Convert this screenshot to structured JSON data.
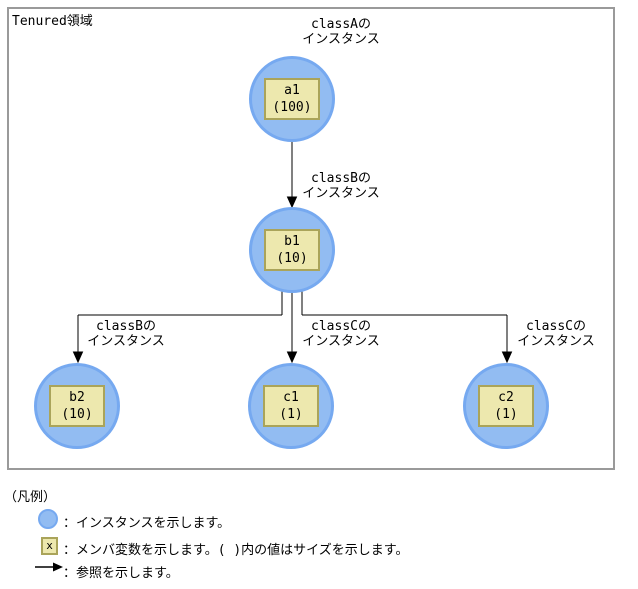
{
  "diagram": {
    "region_label": "Tenured領域",
    "nodes": [
      {
        "id": "a1",
        "name": "a1",
        "size": "(100)",
        "class_label": "classAの",
        "instance_label": "インスタンス"
      },
      {
        "id": "b1",
        "name": "b1",
        "size": "(10)",
        "class_label": "classBの",
        "instance_label": "インスタンス"
      },
      {
        "id": "b2",
        "name": "b2",
        "size": "(10)",
        "class_label": "classBの",
        "instance_label": "インスタンス"
      },
      {
        "id": "c1",
        "name": "c1",
        "size": "(1)",
        "class_label": "classCの",
        "instance_label": "インスタンス"
      },
      {
        "id": "c2",
        "name": "c2",
        "size": "(1)",
        "class_label": "classCの",
        "instance_label": "インスタンス"
      }
    ],
    "references": [
      {
        "from": "a1",
        "to": "b1"
      },
      {
        "from": "b1",
        "to": "b2"
      },
      {
        "from": "b1",
        "to": "c1"
      },
      {
        "from": "b1",
        "to": "c2"
      }
    ]
  },
  "legend": {
    "title": "（凡例）",
    "items": [
      {
        "icon": "instance-circle-icon",
        "text": "：インスタンスを示します。"
      },
      {
        "icon": "member-variable-box-icon",
        "icon_label": "x",
        "text": "：メンバ変数を示します。( )内の値はサイズを示します。"
      },
      {
        "icon": "reference-arrow-icon",
        "text": "：参照を示します。"
      }
    ]
  },
  "colors": {
    "instance_fill": "#92bcf2",
    "instance_border": "#76a9f0",
    "member_box_fill": "#ede8ae",
    "member_box_border": "#aaa45a",
    "region_border": "#9a9a9a",
    "line": "#000000"
  }
}
